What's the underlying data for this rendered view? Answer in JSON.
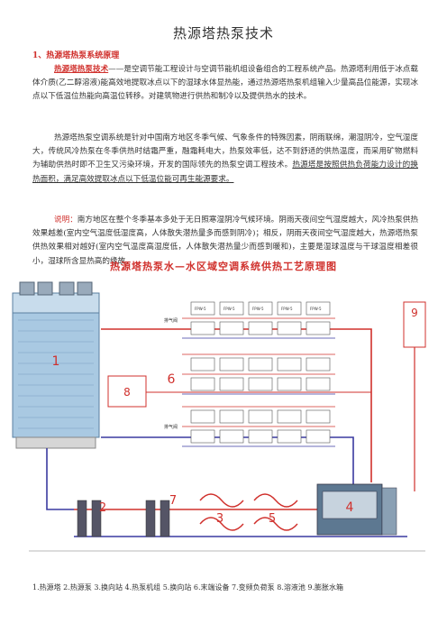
{
  "doc": {
    "title": "热源塔热泵技术",
    "section1": "1、热源塔热泵系统原理",
    "p1_term": "热源塔热泵技术",
    "p1_rest": "——是空调节能工程设计与空调节能机组设备组合的工程系统产品。热源塔利用低于冰点载体介质(乙二醇溶液)能高效地提取冰点以下的湿球水体显热能，通过热源塔热泵机组输入少量高品位能源，实现冰点以下低温位热能向高温位转移。对建筑物进行供热和制冷以及提供热水的技术。",
    "p2_a": "热源塔热泵空调系统是针对中国南方地区冬季气候、气象条件的特殊因素，阴雨联绵，潮湿阴冷，空气湿度大，传统风冷热泵在冬季供热时结霜严重，融霜耗电大，热泵效率低，达不到舒适的供热温度，而采用矿物燃料为辅助供热时即不卫生又污染环境，开发的国际领先的热泵空调工程技术。",
    "p2_b": "热源塔是按照供热负荷能力设计的换热面积，满足高效提取冰点以下低温位能可再生能源要求。",
    "p3_label": "说明：",
    "p3_text": "南方地区在整个冬季基本多处于无日照寒湿阴冷气候环境。阴雨天夜间空气湿度越大，风冷热泵供热效果越差(室内空气温度低湿度高，人体散失潜热量多而感到阴冷)；相反，阴雨天夜间空气湿度越大，热源塔热泵供热效果相对越好(室内空气温度高湿度低，人体散失潜热量少而感到暖和)，主要是湿球温度与干球温度相差很小，湿球所含显热高的缘故。",
    "diagram_title": "热源塔热泵水—水区域空调系统供热工艺原理图",
    "legend": "1.热源塔  2.热源泵  3.换向站  4.热泵机组  5.换向站  6.末端设备  7.变频负荷泵  8.溶液池  9.膨胀水箱"
  },
  "diagram": {
    "callouts": [
      "1",
      "2",
      "3",
      "4",
      "5",
      "6",
      "7",
      "8",
      "9"
    ],
    "fan_coil_label": "FPW-5",
    "vent_label": "排气阀",
    "colors": {
      "supply": "#d0302c",
      "return": "#3a3aa0",
      "tower": "#8fb7d6",
      "unit": "#4a6a8a"
    }
  }
}
